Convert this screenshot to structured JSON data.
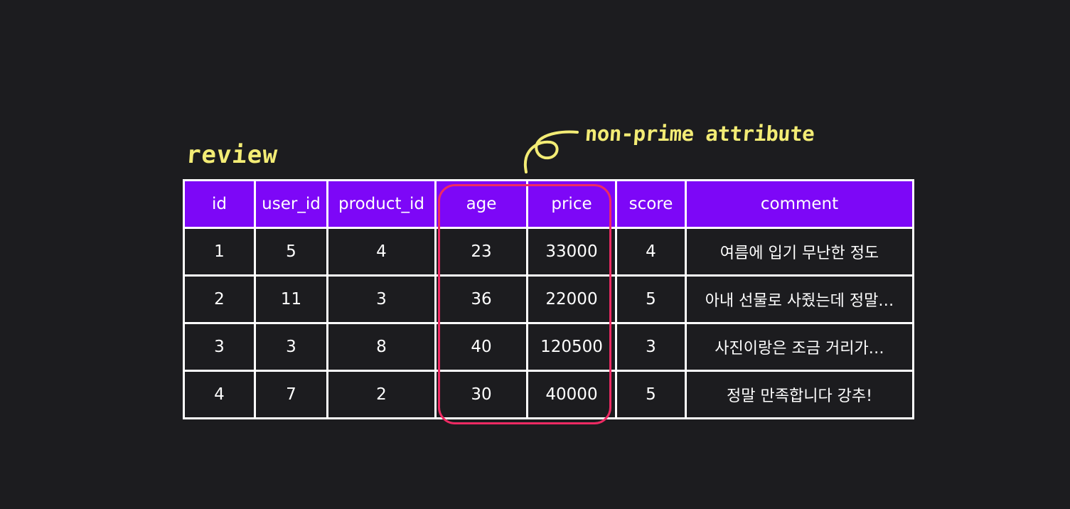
{
  "table_name": "review",
  "annotation": {
    "label": "non-prime attribute",
    "highlighted_columns": [
      "age",
      "price"
    ],
    "highlight_color": "#ee2a63",
    "text_color": "#f3ec75"
  },
  "header_color": "#7d07f7",
  "columns": [
    "id",
    "user_id",
    "product_id",
    "age",
    "price",
    "score",
    "comment"
  ],
  "rows": [
    [
      "1",
      "5",
      "4",
      "23",
      "33000",
      "4",
      "여름에 입기 무난한 정도"
    ],
    [
      "2",
      "11",
      "3",
      "36",
      "22000",
      "5",
      "아내 선물로 사줬는데 정말…"
    ],
    [
      "3",
      "3",
      "8",
      "40",
      "120500",
      "3",
      "사진이랑은 조금 거리가…"
    ],
    [
      "4",
      "7",
      "2",
      "30",
      "40000",
      "5",
      "정말 만족합니다 강추!"
    ]
  ]
}
